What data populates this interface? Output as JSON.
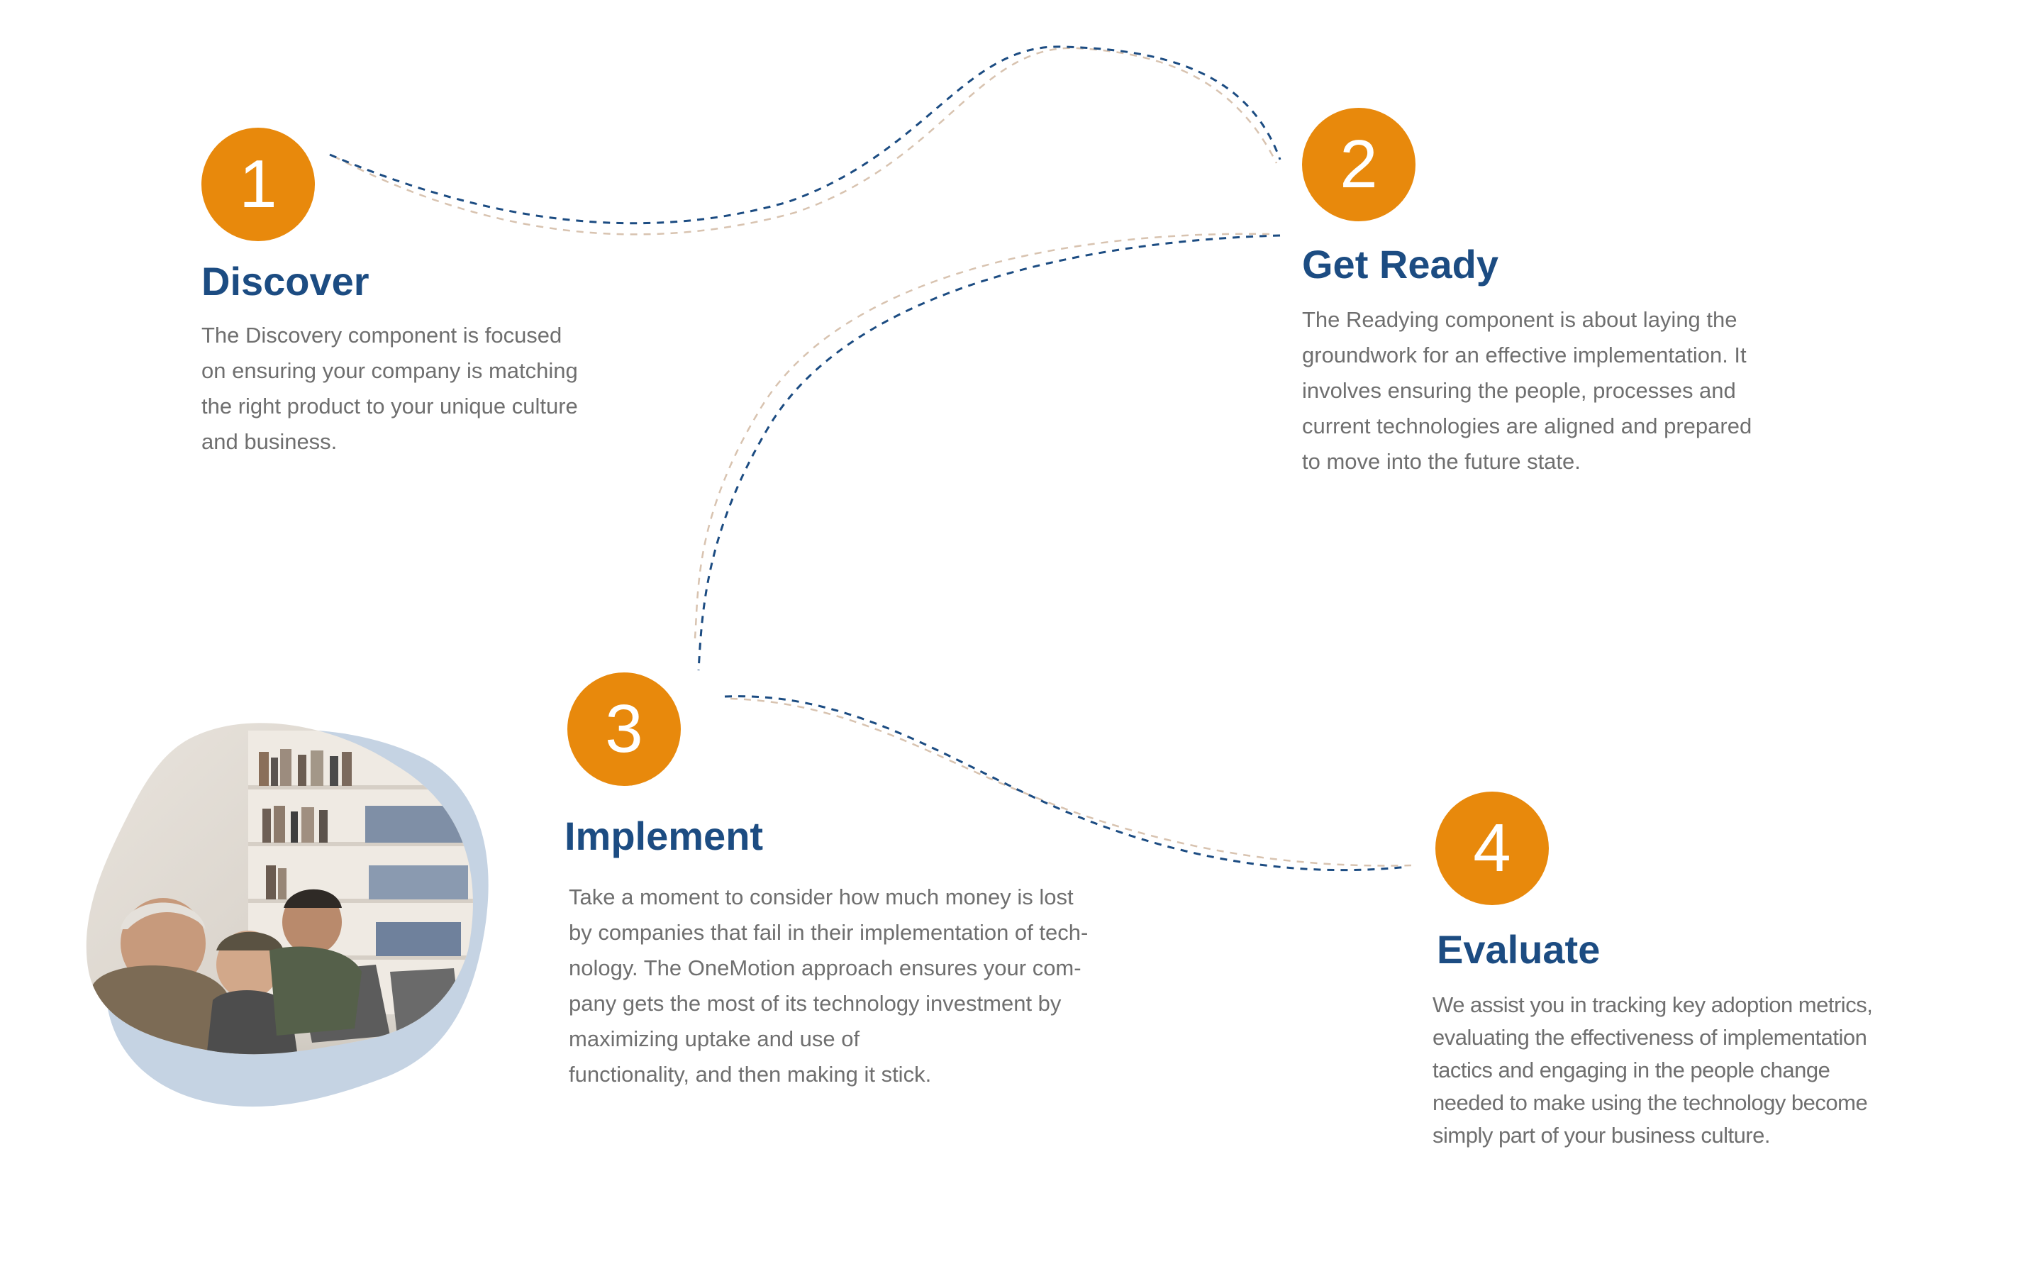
{
  "colors": {
    "accent": "#e8890c",
    "title": "#1c4c82",
    "body_text": "#6f6f6f",
    "connector_primary": "#1c4c82",
    "connector_secondary": "#d8c3b0",
    "photo_blob": "#c5d3e3"
  },
  "steps": [
    {
      "number": "1",
      "title": "Discover",
      "lines": [
        "The Discovery component is focused",
        "on ensuring your company is matching",
        "the right product to your unique culture",
        "and business."
      ]
    },
    {
      "number": "2",
      "title": "Get Ready",
      "lines": [
        "The Readying component is about laying the",
        "groundwork for an effective implementation.  It",
        "involves ensuring the people, processes and",
        "current technologies are aligned and prepared",
        "to move into the future state."
      ]
    },
    {
      "number": "3",
      "title": "Implement",
      "lines": [
        "Take a moment to consider how much money is lost",
        "by companies that fail in their implementation of tech-",
        "nology.  The OneMotion approach ensures your com-",
        "pany gets the most of its technology investment by",
        "maximizing uptake and use of",
        "functionality, and then making it stick."
      ]
    },
    {
      "number": "4",
      "title": "Evaluate",
      "lines": [
        "We assist you in tracking key adoption metrics,",
        "evaluating the effectiveness of implementation",
        "tactics and engaging in the people change",
        "needed to make using the technology become",
        "simply part of your business culture."
      ]
    }
  ],
  "photo": {
    "icon": "team-photo-icon"
  }
}
